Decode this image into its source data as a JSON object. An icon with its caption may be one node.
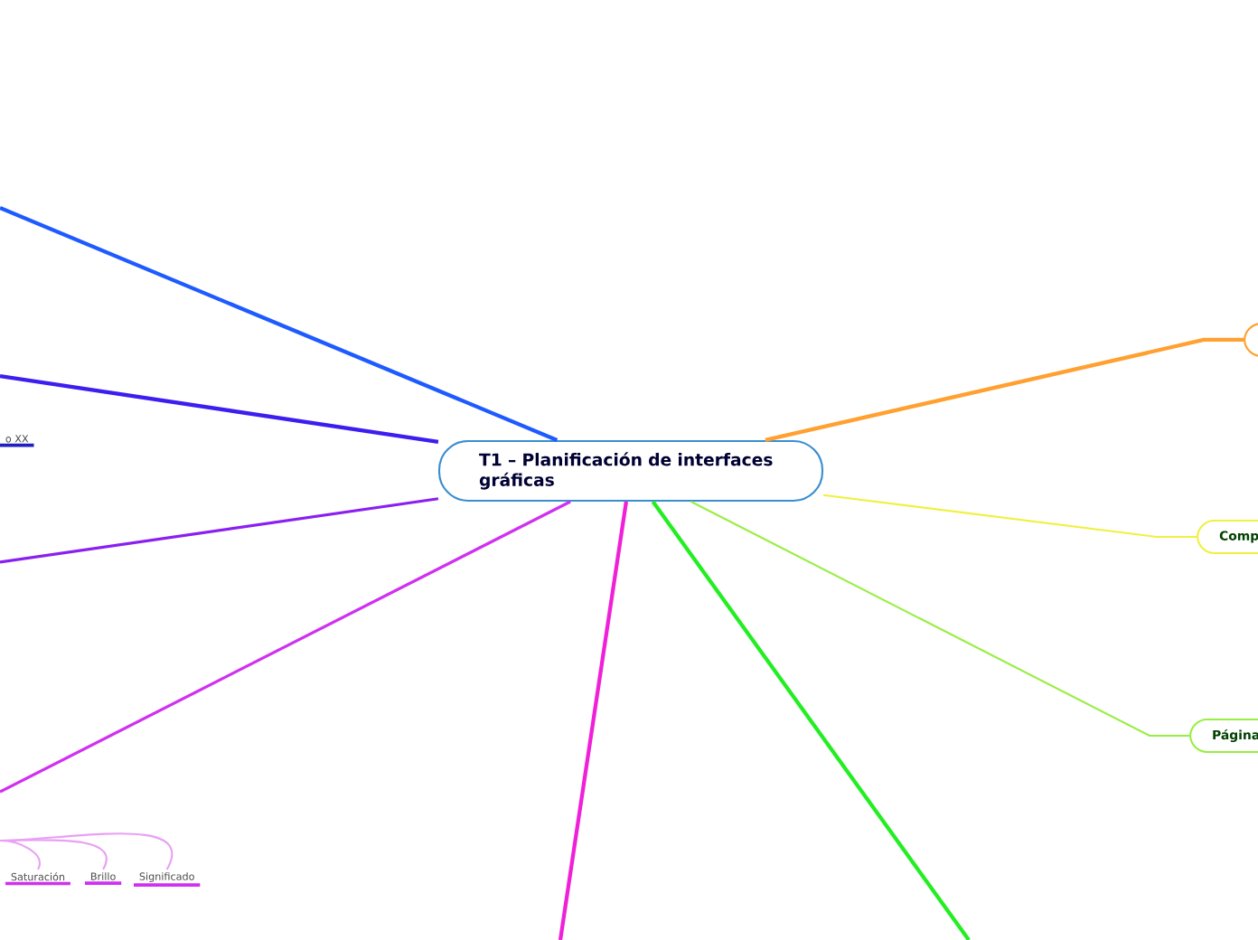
{
  "diagram": {
    "nodes": [
      {
        "text": [
          "T1 – Planificación de interfaces gráficas"
        ]
      },
      {
        "text": [],
        "shape": "box"
      },
      {
        "text": [
          "Comp"
        ]
      },
      {
        "text": [
          "Página"
        ]
      },
      {
        "text": [
          "o XX"
        ]
      },
      {
        "text": [
          "Saturación"
        ]
      },
      {
        "text": [
          "Brillo"
        ]
      },
      {
        "text": [
          "Significado"
        ]
      }
    ],
    "edges": [
      {
        "from": 0,
        "to": 1,
        "arrow": "none",
        "color": "#ffa030"
      },
      {
        "from": 0,
        "to": 2,
        "arrow": "none",
        "color": "#f0f040"
      },
      {
        "from": 0,
        "to": 3,
        "arrow": "none",
        "color": "#99ee44"
      },
      {
        "from": 0,
        "to": null,
        "arrow": "none",
        "color": "#22ee22"
      },
      {
        "from": 0,
        "to": null,
        "arrow": "none",
        "color": "#f020d8"
      },
      {
        "from": 0,
        "to": null,
        "arrow": "none",
        "color": "#d030f0"
      },
      {
        "from": 0,
        "to": null,
        "arrow": "none",
        "color": "#8a20f0"
      },
      {
        "from": 0,
        "to": null,
        "arrow": "none",
        "color": "#3c1ef0"
      },
      {
        "from": 0,
        "to": null,
        "arrow": "none",
        "color": "#1e5bff"
      },
      {
        "from": null,
        "to": 5,
        "arrow": "none",
        "color": "#e9a0f5"
      },
      {
        "from": null,
        "to": 6,
        "arrow": "none",
        "color": "#e9a0f5"
      },
      {
        "from": null,
        "to": 7,
        "arrow": "none",
        "color": "#e9a0f5"
      }
    ]
  }
}
